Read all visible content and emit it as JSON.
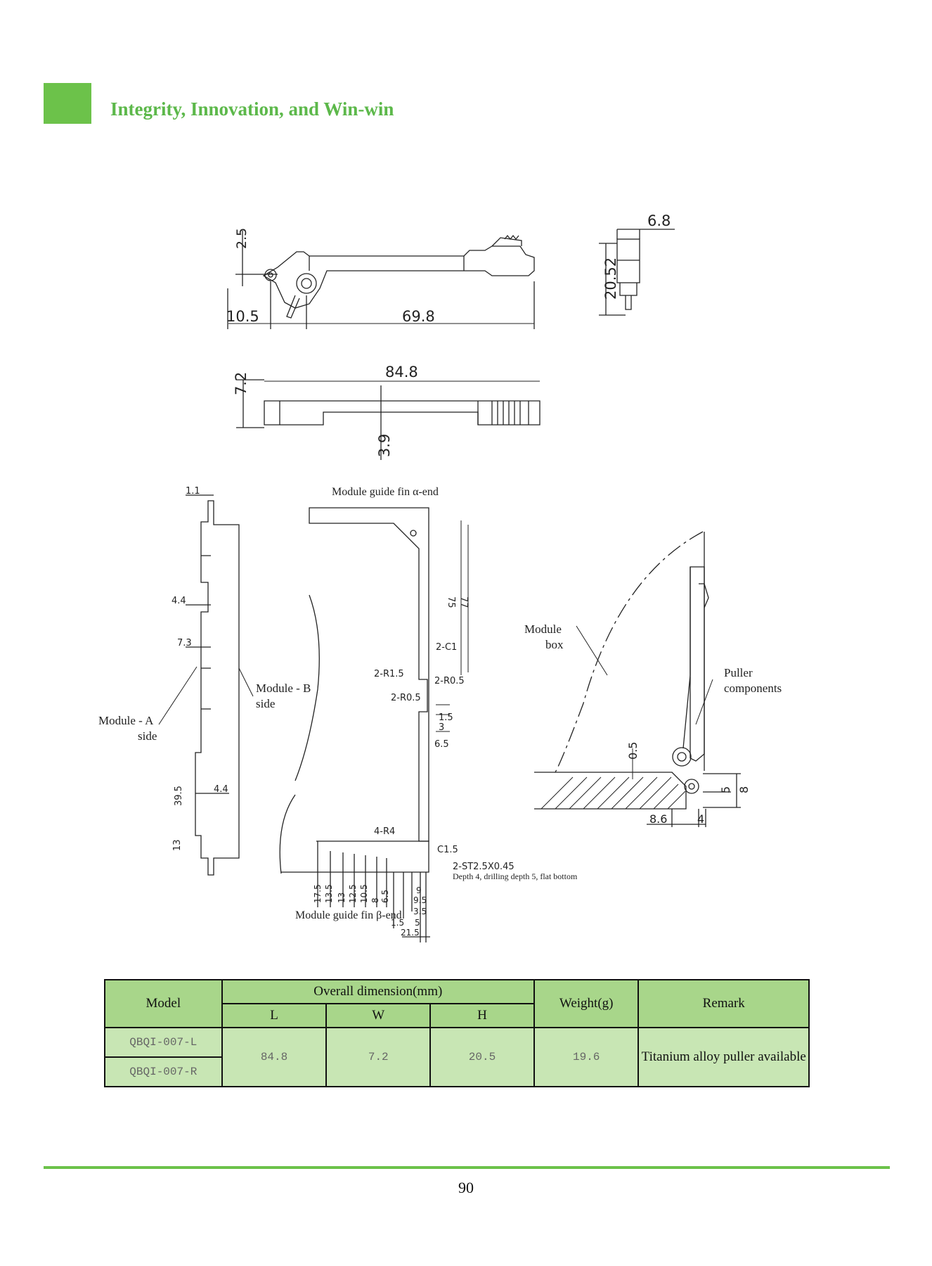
{
  "header": {
    "brand_text": "Integrity, Innovation, and Win-win",
    "accent_color": "#6cc24a"
  },
  "drawing": {
    "dims_top": {
      "d2_5": "2.5",
      "d10_5": "10.5",
      "d69_8": "69.8",
      "d6_8": "6.8",
      "d20_52": "20.52"
    },
    "dims_mid": {
      "d7_2": "7.2",
      "d84_8": "84.8",
      "d3_9": "3.9"
    },
    "dims_left": {
      "d1_1": "1.1",
      "d4_4a": "4.4",
      "d7_3": "7.3",
      "d39_5": "39.5",
      "d4_4b": "4.4",
      "d13": "13"
    },
    "labels_left": {
      "module_a": "Module - A",
      "module_a2": "side",
      "module_b": "Module - B",
      "module_b2": "side"
    },
    "labels_center": {
      "alpha_end": "Module guide fin α-end",
      "beta_end": "Module guide fin β-end",
      "d75": "75",
      "d77": "77",
      "c1": "2-C1",
      "r1_5": "2-R1.5",
      "r0_5a": "2-R0.5",
      "r0_5b": "2-R0.5",
      "d1_5a": "1.5",
      "d3": "3",
      "d6_5a": "6.5",
      "r4": "4-R4",
      "c1_5": "C1.5",
      "st": "2-ST2.5X0.45",
      "depth": "Depth 4, drilling depth 5, flat bottom",
      "v17_5": "17.5",
      "v13_5": "13.5",
      "v13": "13",
      "v12_5": "12.5",
      "v10_5": "10.5",
      "v8": "8",
      "v6_5": "6.5",
      "d9": "9",
      "d9_5": "9.5",
      "d3_5": "3.5",
      "d1_5b": "1.5",
      "d5": "5",
      "d21_5": "21.5"
    },
    "labels_right": {
      "module_box": "Module",
      "module_box2": "box",
      "puller": "Puller",
      "puller2": "components",
      "d0_5": "0.5",
      "d5": "5",
      "d8": "8",
      "d8_6": "8.6",
      "d4": "4"
    }
  },
  "table": {
    "headers": {
      "model": "Model",
      "overall": "Overall dimension(mm)",
      "L": "L",
      "W": "W",
      "H": "H",
      "weight": "Weight(g)",
      "remark": "Remark"
    },
    "rows": {
      "model1": "QBQI-007-L",
      "model2": "QBQI-007-R",
      "L": "84.8",
      "W": "7.2",
      "H": "20.5",
      "weight": "19.6",
      "remark": "Titanium alloy puller available"
    },
    "header_color": "#a8d68a",
    "body_color": "#c8e6b4"
  },
  "footer": {
    "page_number": "90"
  }
}
